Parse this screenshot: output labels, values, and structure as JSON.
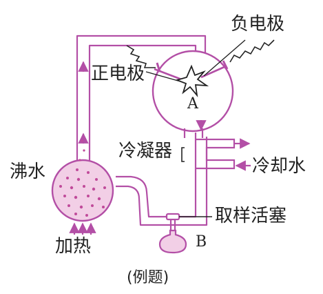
{
  "labels": {
    "negative_electrode": "负电极",
    "positive_electrode": "正电极",
    "flask_a": "A",
    "condenser": "冷凝器",
    "cooling_water": "冷却水",
    "boiling_water": "沸水",
    "sampling_valve": "取样活塞",
    "heating": "加热",
    "flask_b": "B",
    "caption": "(例题)"
  },
  "colors": {
    "apparatus": "#b34fa6",
    "pink_fill": "#f2cfe6",
    "dots": "#c04a9a",
    "ink": "#222222"
  },
  "icons": [
    "spark-icon",
    "arrow-icon"
  ]
}
